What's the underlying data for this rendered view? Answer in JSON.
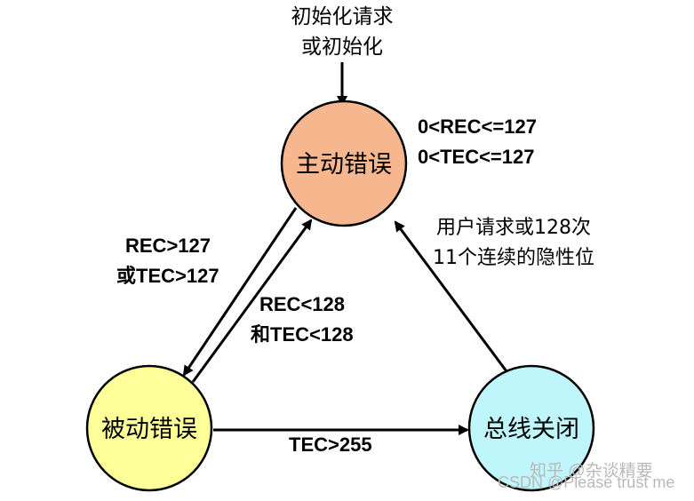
{
  "diagram": {
    "entry_label": [
      "初始化请求",
      "或初始化"
    ],
    "nodes": {
      "active": {
        "label": "主动错误",
        "color": "#f6b78f"
      },
      "passive": {
        "label": "被动错误",
        "color": "#ffff99"
      },
      "busoff": {
        "label": "总线关闭",
        "color": "#bff6fb"
      }
    },
    "active_condition": [
      "0<REC<=127",
      "0<TEC<=127"
    ],
    "to_passive": [
      "REC>127",
      "或TEC>127"
    ],
    "to_active": [
      "REC<128",
      "和TEC<128"
    ],
    "busoff_to_active": [
      "用户请求或128次",
      "11个连续的隐性位"
    ],
    "passive_to_busoff": "TEC>255"
  },
  "watermark": {
    "zhihu": "知乎 @杂谈精要",
    "csdn": "CSDN @Please trust me"
  }
}
